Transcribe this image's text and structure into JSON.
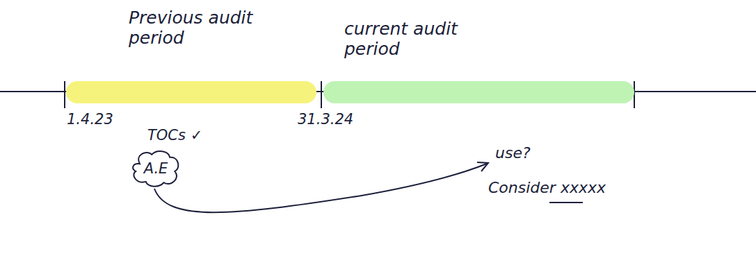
{
  "diagram": {
    "nodes": [
      {
        "text": [
          "Previous audit period"
        ]
      },
      {
        "text": [
          "current audit period"
        ]
      },
      {
        "text": [
          "A.E"
        ]
      }
    ],
    "labels": [
      "1.4.23",
      "31.3.24",
      "TOCs ✓",
      "use?",
      "Consider xxxxx"
    ]
  }
}
